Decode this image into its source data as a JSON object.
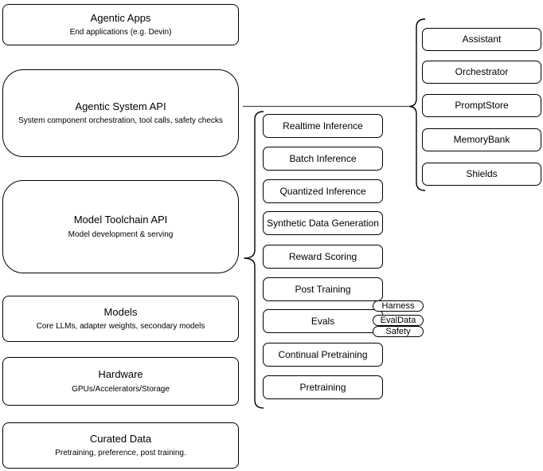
{
  "diagram": {
    "left_stack": [
      {
        "title": "Agentic Apps",
        "subtitle": "End applications (e.g. Devin)"
      },
      {
        "title": "Agentic System API",
        "subtitle": "System component orchestration, tool calls, safety checks"
      },
      {
        "title": "Model Toolchain API",
        "subtitle": "Model development & serving"
      },
      {
        "title": "Models",
        "subtitle": "Core LLMs, adapter weights, secondary models"
      },
      {
        "title": "Hardware",
        "subtitle": "GPUs/Accelerators/Storage"
      },
      {
        "title": "Curated Data",
        "subtitle": "Pretraining, preference, post training."
      }
    ],
    "toolchain_items": [
      {
        "label": "Realtime Inference"
      },
      {
        "label": "Batch Inference"
      },
      {
        "label": "Quantized Inference"
      },
      {
        "label": "Synthetic Data Generation"
      },
      {
        "label": "Reward Scoring"
      },
      {
        "label": "Post Training"
      },
      {
        "label": "Evals"
      },
      {
        "label": "Continual Pretraining"
      },
      {
        "label": "Pretraining"
      }
    ],
    "eval_tags": [
      {
        "label": "Harness"
      },
      {
        "label": "EvalData"
      },
      {
        "label": "Safety"
      }
    ],
    "system_components": [
      {
        "label": "Assistant"
      },
      {
        "label": "Orchestrator"
      },
      {
        "label": "PromptStore"
      },
      {
        "label": "MemoryBank"
      },
      {
        "label": "Shields"
      }
    ],
    "colors": {
      "stroke": "#000000",
      "background": "#ffffff",
      "connector": "#4d4d4d"
    }
  }
}
